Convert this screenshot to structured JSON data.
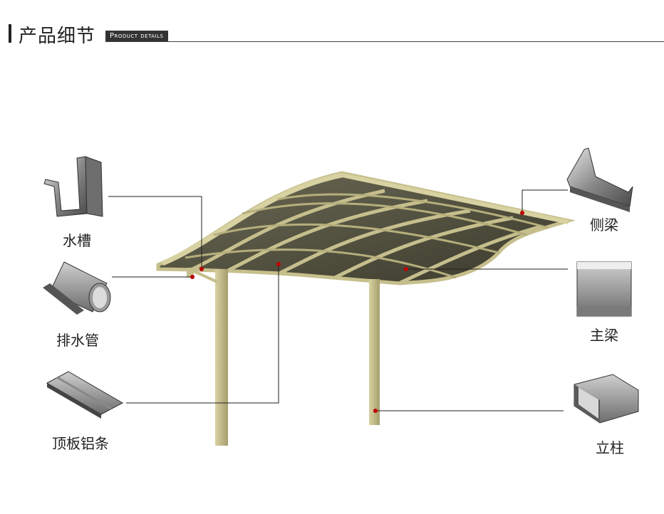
{
  "header": {
    "title": "产品细节",
    "subtitle": "Product details"
  },
  "parts": {
    "water_trough": "水槽",
    "drain_pipe": "排水管",
    "roof_strip": "顶板铝条",
    "side_beam": "侧梁",
    "main_beam": "主梁",
    "column": "立柱"
  },
  "colors": {
    "frame": "#c6bf8d",
    "frame_dark": "#9e976a",
    "roof_panel": "#5c5a46",
    "accent_dot": "#c00000"
  }
}
